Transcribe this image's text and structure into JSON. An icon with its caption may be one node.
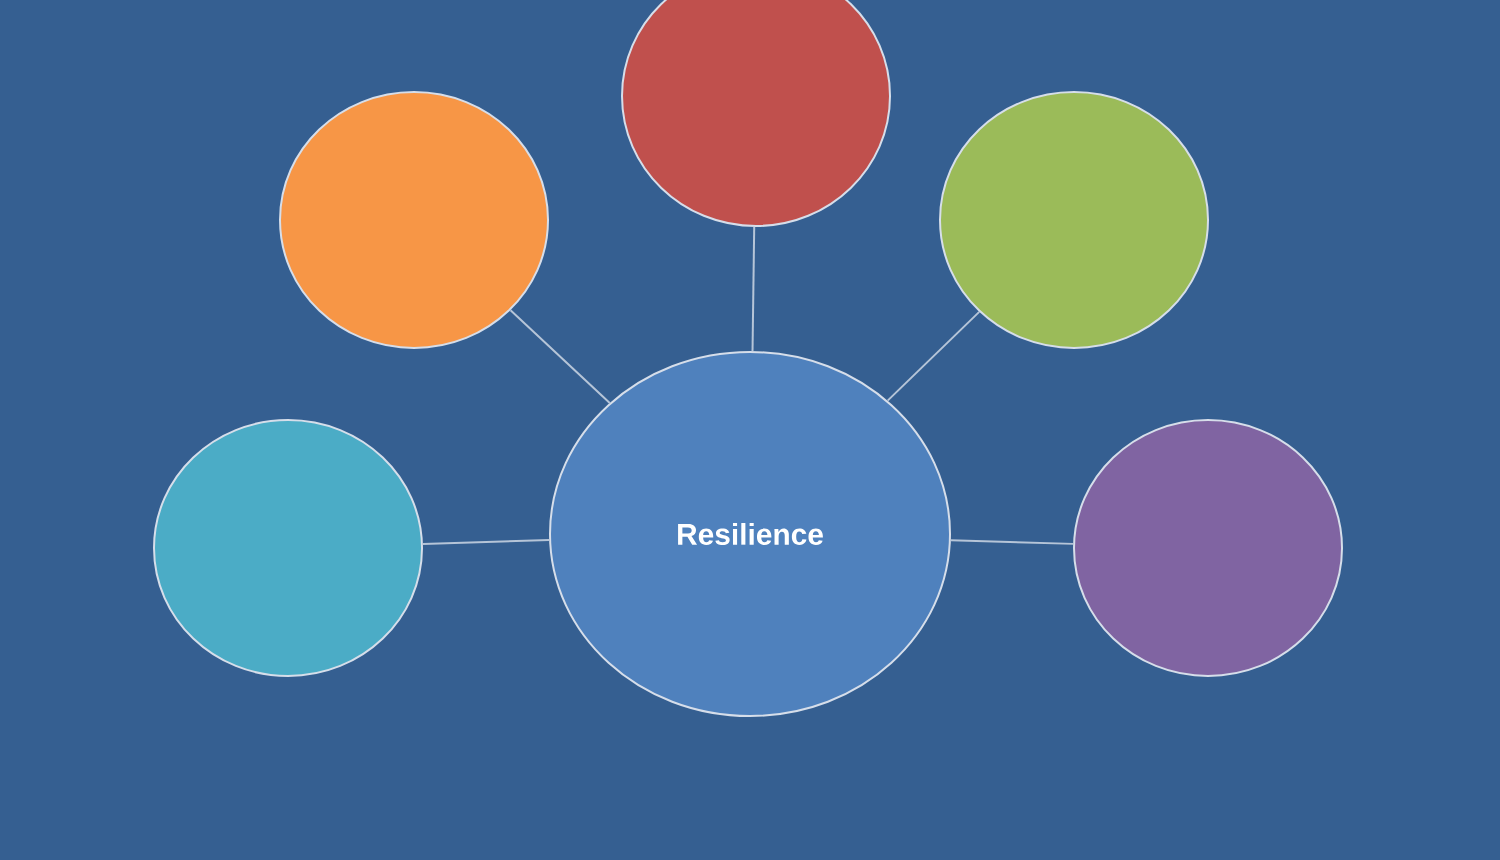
{
  "diagram": {
    "nodes": [
      {
        "text": [
          "Resilience"
        ]
      },
      {
        "text": [],
        "shape": "circle"
      },
      {
        "text": [],
        "shape": "circle"
      },
      {
        "text": [],
        "shape": "circle"
      },
      {
        "text": [],
        "shape": "circle"
      },
      {
        "text": [],
        "shape": "circle"
      }
    ],
    "edges": [
      {
        "from": 0,
        "to": 1,
        "arrow": "none"
      },
      {
        "from": 0,
        "to": 2,
        "arrow": "none"
      },
      {
        "from": 0,
        "to": 3,
        "arrow": "none"
      },
      {
        "from": 0,
        "to": 4,
        "arrow": "none"
      },
      {
        "from": 0,
        "to": 5,
        "arrow": "none"
      }
    ]
  }
}
